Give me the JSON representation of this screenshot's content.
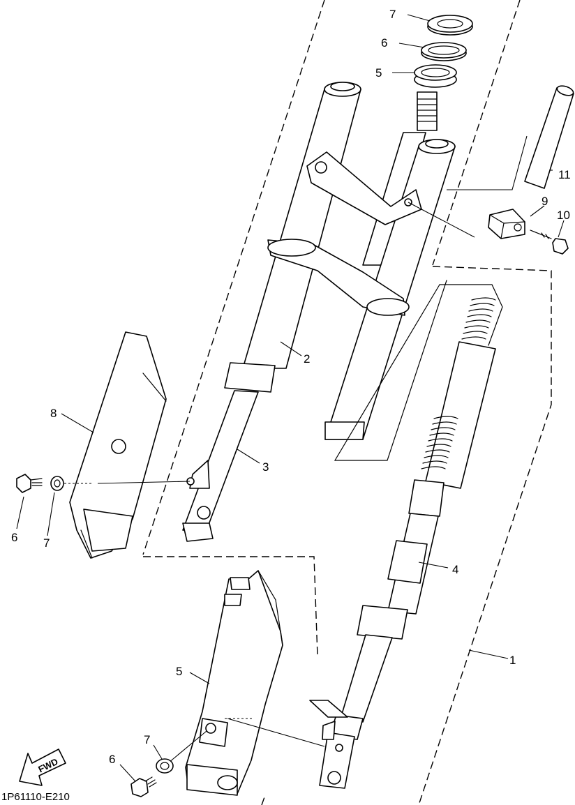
{
  "diagram_code": "1P61110-E210",
  "fwd_label": "FWD",
  "callouts": {
    "c1": "1",
    "c2": "2",
    "c3": "3",
    "c4": "4",
    "c5_top": "5",
    "c6_top": "6",
    "c7_top": "7",
    "c8": "8",
    "c9": "9",
    "c10": "10",
    "c11": "11",
    "c6_left": "6",
    "c7_left": "7",
    "c5_bottom": "5",
    "c6_bottom": "6",
    "c7_bottom": "7"
  }
}
